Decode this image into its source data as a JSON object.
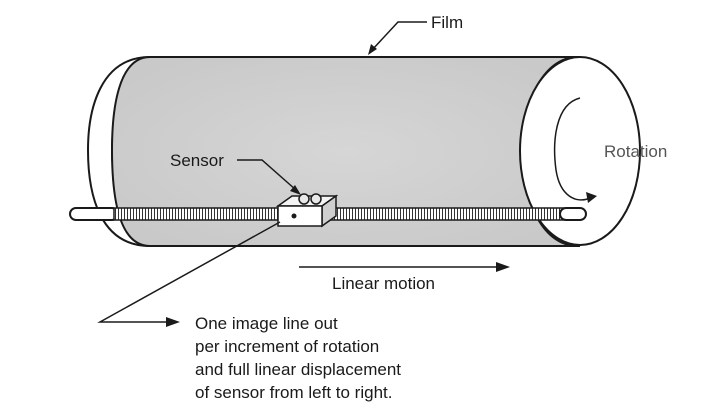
{
  "labels": {
    "film": "Film",
    "sensor": "Sensor",
    "rotation": "Rotation",
    "linear_motion": "Linear motion",
    "output_lines": [
      "One image line out",
      "per increment of rotation",
      "and full linear displacement",
      "of sensor from left to right."
    ]
  },
  "colors": {
    "drum_fill": "#d2d2d2",
    "outline": "#1a1a1a",
    "end_cap": "#ffffff",
    "label_text": "#1a1a1a",
    "rotation_text": "#555555"
  }
}
